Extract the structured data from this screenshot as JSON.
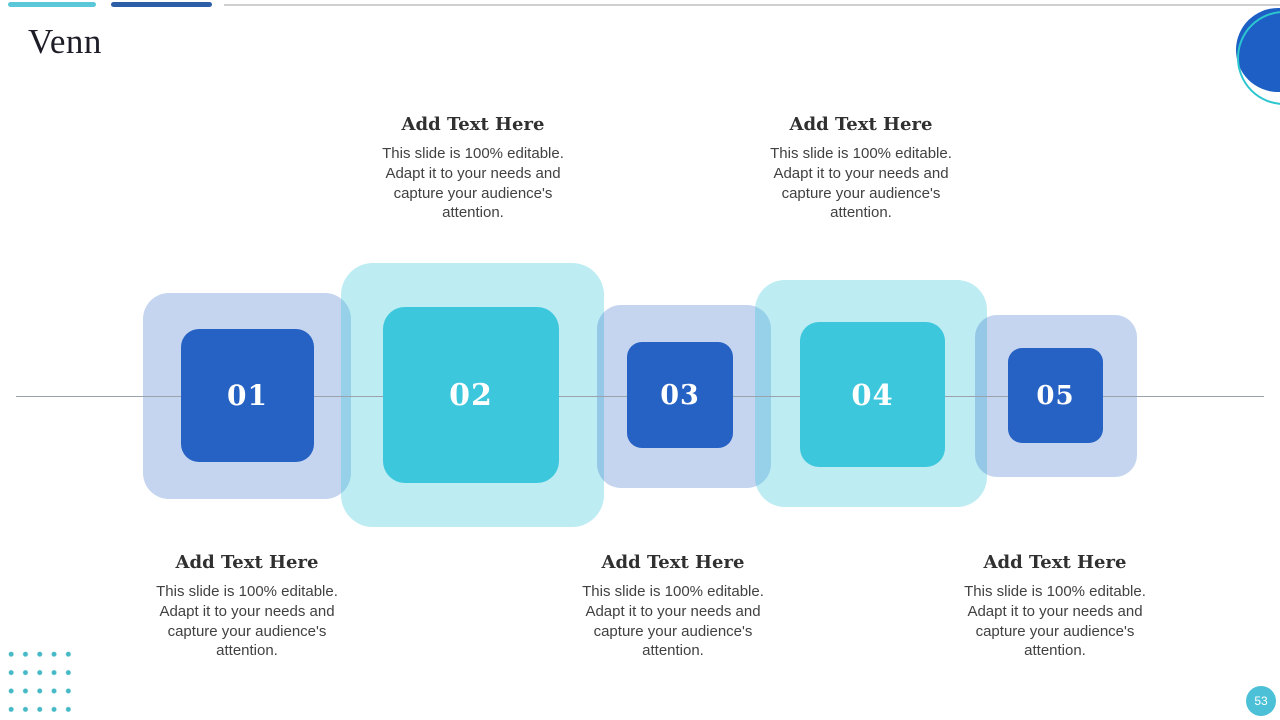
{
  "slide": {
    "title": "Venn",
    "page_number": "53"
  },
  "colors": {
    "accent_blue": "#2661c4",
    "accent_teal": "#3cc7dc",
    "outer_light_blue": "#c2d3ef",
    "outer_light_cyan": "#bbecf3",
    "bar_cyan": "#5ac8d8",
    "bar_blue": "#2d5fa8",
    "dots_teal": "#45b9c6",
    "badge_teal": "#4cc0d6"
  },
  "venn": {
    "items": [
      {
        "number": "01"
      },
      {
        "number": "02"
      },
      {
        "number": "03"
      },
      {
        "number": "04"
      },
      {
        "number": "05"
      }
    ]
  },
  "text_blocks": {
    "top": [
      {
        "heading": "Add Text Here",
        "body": "This slide is 100% editable. Adapt it to your needs and capture your audience's attention."
      },
      {
        "heading": "Add Text Here",
        "body": "This slide is 100% editable. Adapt it to your needs and capture your audience's attention."
      }
    ],
    "bottom": [
      {
        "heading": "Add Text Here",
        "body": "This slide is 100% editable. Adapt it to your needs and capture your audience's attention."
      },
      {
        "heading": "Add Text Here",
        "body": "This slide is 100% editable. Adapt it to your needs and capture your audience's attention."
      },
      {
        "heading": "Add Text Here",
        "body": "This slide is 100% editable. Adapt it to your needs and capture your audience's attention."
      }
    ]
  }
}
